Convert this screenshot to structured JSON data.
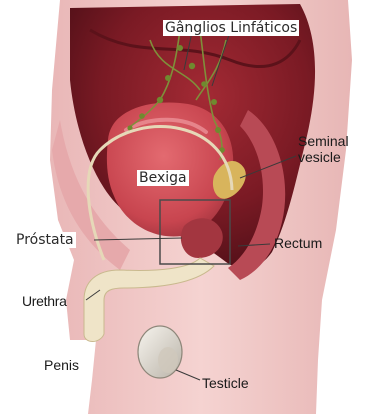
{
  "labels": {
    "lymph_nodes": "Gânglios Linfáticos",
    "bladder": "Bexiga",
    "prostate": "Próstata",
    "seminal_vesicle_line1": "Seminal",
    "seminal_vesicle_line2": "vesicle",
    "rectum": "Rectum",
    "urethra": "Urethra",
    "penis": "Penis",
    "testicle": "Testicle"
  },
  "colors": {
    "background": "#ffffff",
    "skin": "#f1c7c5",
    "pelvic_cavity": "#7a1a24",
    "bladder": "#c8454f",
    "lymph_nodes": "#6f8a2f",
    "urethra": "#efe4c8",
    "highlight_box": "#4a4a4a"
  }
}
